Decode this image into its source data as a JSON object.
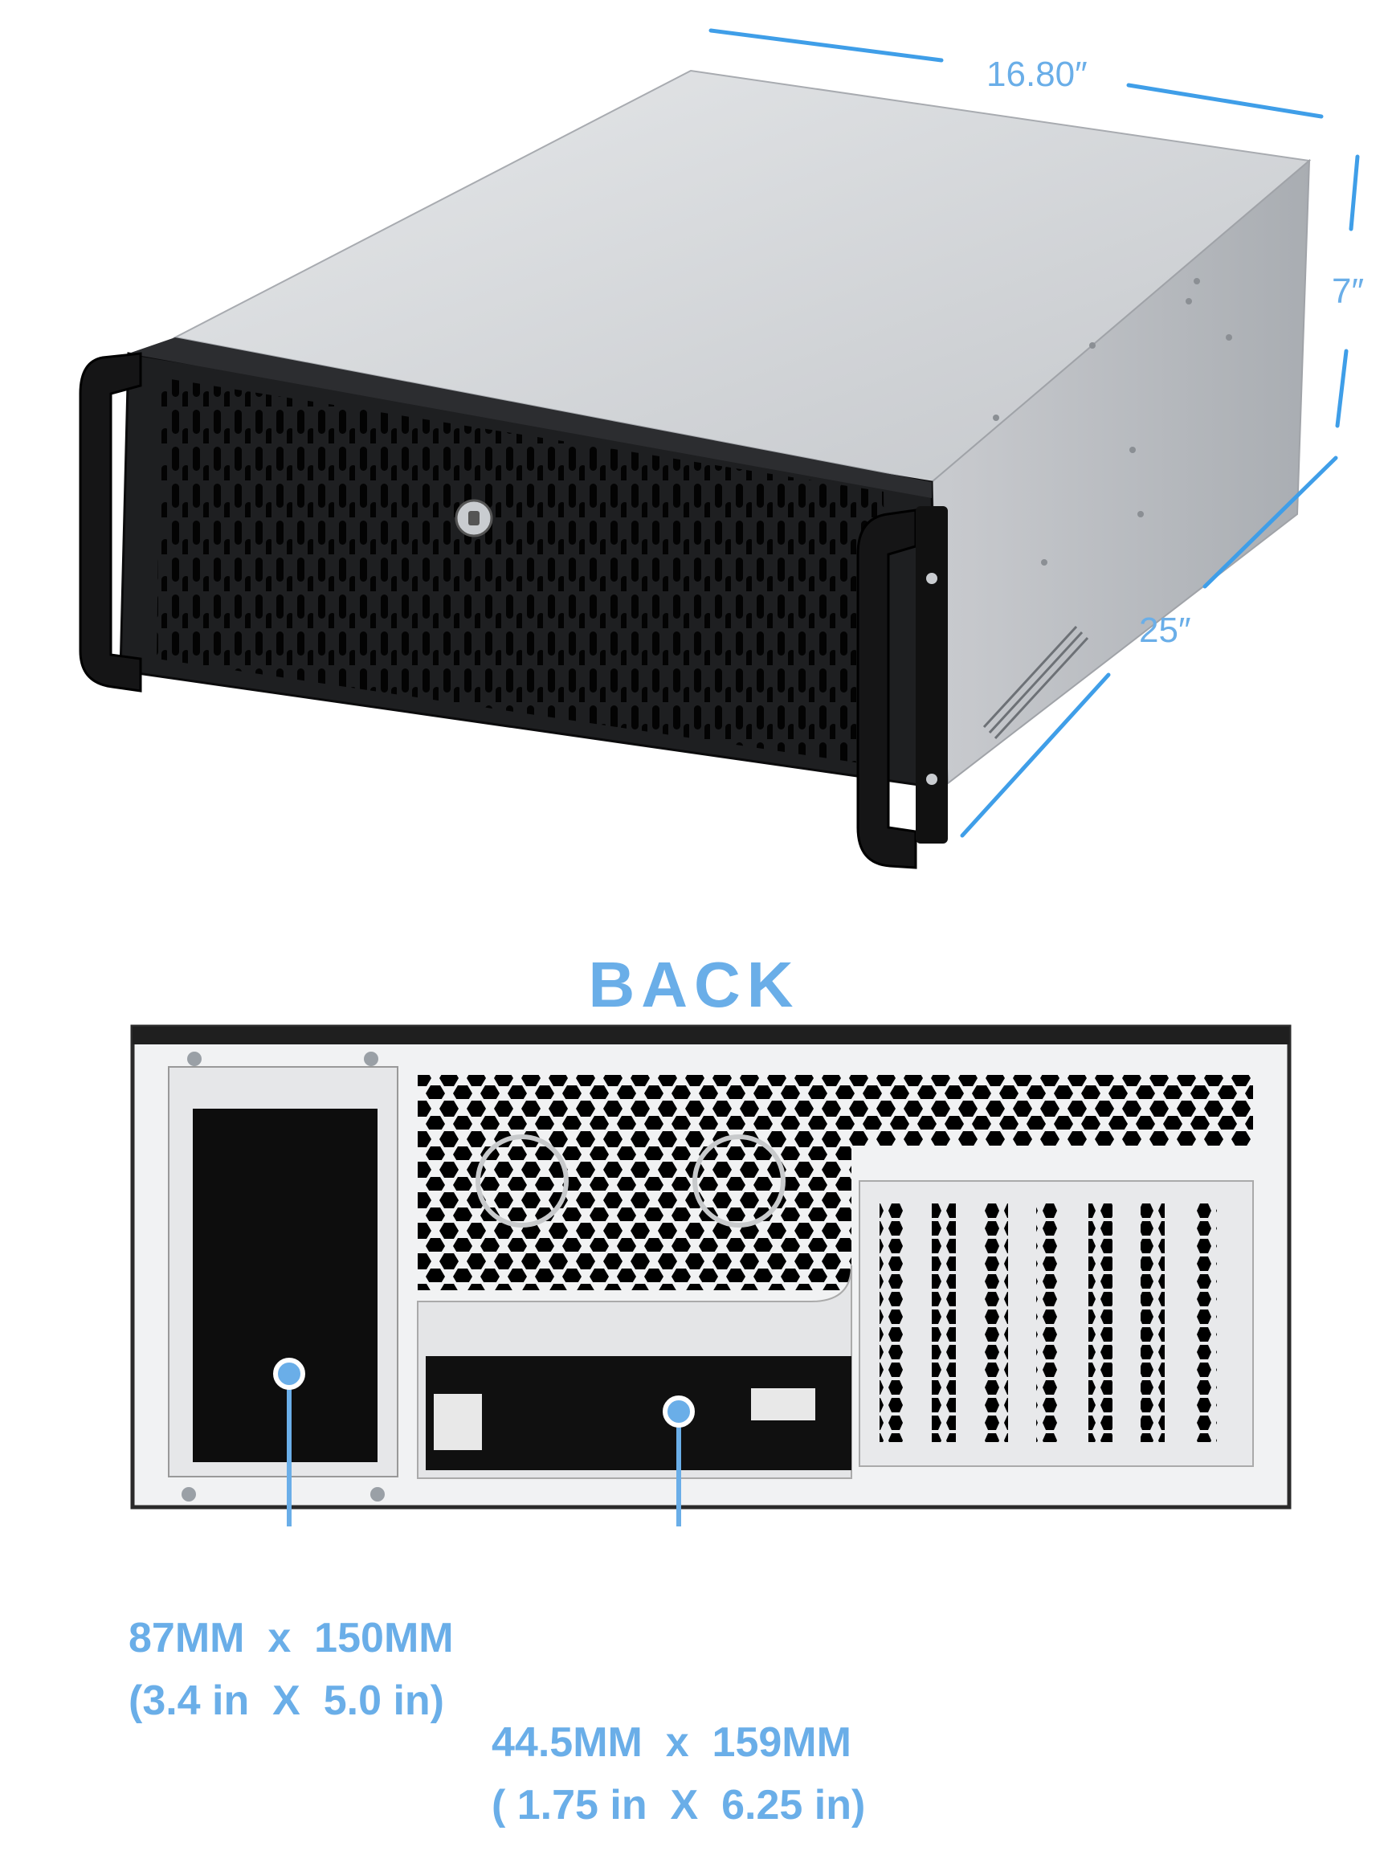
{
  "colors": {
    "accent": "#6aaee8",
    "line": "#3f9ee8",
    "case_top": "#d5d7da",
    "case_side": "#b6b9bd",
    "bezel": "#1e1f21",
    "back_panel": "#f1f2f3"
  },
  "dimensions": {
    "width": "16.80″",
    "height": "7″",
    "depth": "25″"
  },
  "back_title": "BACK",
  "callouts": {
    "psu": {
      "line1": "87MM  x  150MM",
      "line2": "(3.4 in  X  5.0 in)"
    },
    "bay": {
      "line1": "44.5MM  x  159MM",
      "line2": "( 1.75 in  X  6.25 in)"
    }
  }
}
